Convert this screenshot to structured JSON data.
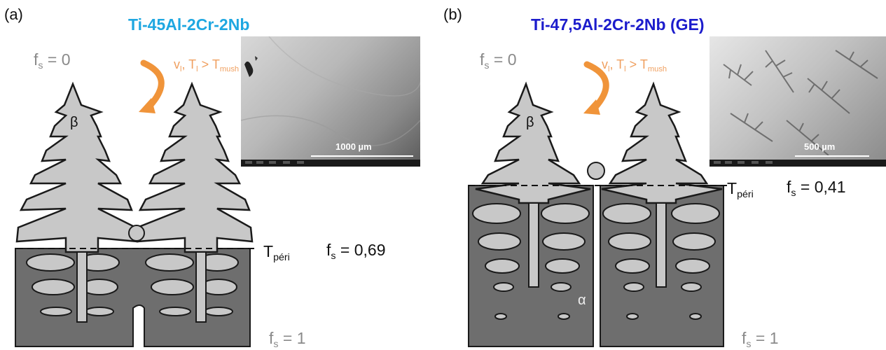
{
  "panel_a": {
    "letter": "(a)",
    "title": "Ti-45Al-2Cr-2Nb",
    "title_color": "#1ea7e1",
    "fs_top": "f",
    "fs_top_sub": "s",
    "fs_top_val": " = 0",
    "flow_v": "v",
    "flow_v_sub": "l",
    "flow_t": ", T",
    "flow_t_sub": "l",
    "flow_gt": " > T",
    "flow_mush_sub": "mush",
    "beta": "β",
    "scale": "1000 µm",
    "tperi": "T",
    "tperi_sub": "péri",
    "fs_mid": "f",
    "fs_mid_sub": "s",
    "fs_mid_val": " = 0,69",
    "fs_bot": "f",
    "fs_bot_sub": "s",
    "fs_bot_val": " = 1"
  },
  "panel_b": {
    "letter": "(b)",
    "title": "Ti-47,5Al-2Cr-2Nb (GE)",
    "title_color": "#1c1ccc",
    "fs_top": "f",
    "fs_top_sub": "s",
    "fs_top_val": " = 0",
    "flow_v": "v",
    "flow_v_sub": "l",
    "flow_t": ", T",
    "flow_t_sub": "l",
    "flow_gt": " > T",
    "flow_mush_sub": "mush",
    "beta": "β",
    "alpha": "α",
    "scale": "500 µm",
    "tperi": "T",
    "tperi_sub": "péri",
    "fs_mid": "f",
    "fs_mid_sub": "s",
    "fs_mid_val": " = 0,41",
    "fs_bot": "f",
    "fs_bot_sub": "s",
    "fs_bot_val": " = 1"
  },
  "colors": {
    "solid_beta": "#c8c8c8",
    "solid_alpha": "#6e6e6e",
    "outline": "#1a1a1a",
    "arrow": "#f0943a"
  }
}
